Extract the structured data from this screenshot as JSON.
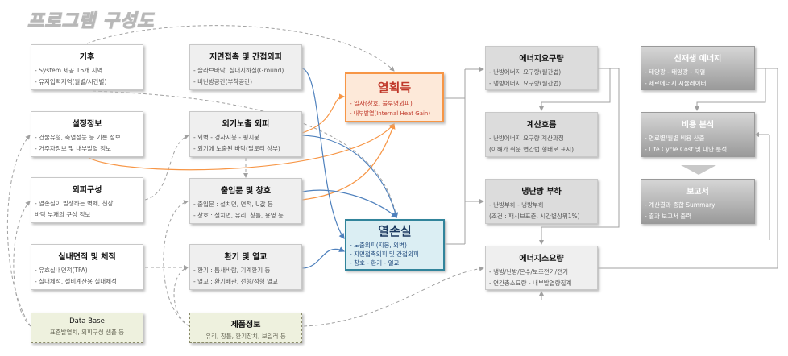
{
  "title": "프로그램 구성도",
  "boxes": {
    "climate": {
      "title": "기후",
      "lines": [
        "- System 제공 16개 지역",
        "- 유저입력지역(월별/시간별)"
      ]
    },
    "settings": {
      "title": "설정정보",
      "lines": [
        "- 건물유형, 축열성능 등 기본 정보",
        "- 거주자정보 및 내부발열 정보"
      ]
    },
    "envelope": {
      "title": "외피구성",
      "lines": [
        "- 열손실이 발생하는 벽체, 천장,",
        "바닥 부재의 구성 정보"
      ]
    },
    "area": {
      "title": "실내면적 및 체적",
      "lines": [
        "- 유효실내면적(TFA)",
        "- 실내체적, 설비계산용 실내체적"
      ]
    },
    "database": {
      "title": "Data Base",
      "lines": [
        "표준발열치, 외피구성 샘플 등"
      ]
    },
    "ground": {
      "title": "지면접촉 및 간접외피",
      "lines": [
        "- 슬라브바닥, 실내지하실(Ground)",
        "- 비난방공간(부착공간)"
      ]
    },
    "exposed": {
      "title": "외기노출 외피",
      "lines": [
        "- 외벽   - 경사지붕  - 평지붕",
        "- 외기에 노출된 바닥(필로티 상부)"
      ]
    },
    "doors": {
      "title": "출입문 및 창호",
      "lines": [
        "- 출입문 : 설치면, 면적, U값 등",
        "- 창호 : 설치면, 유리, 창틀, 용영 등"
      ]
    },
    "ventilation": {
      "title": "환기 및 열교",
      "lines": [
        "- 환기 : 틈새바람, 기계환기 등",
        "- 열교 : 환기배관, 선형/점형 열교"
      ]
    },
    "products": {
      "title": "제품정보",
      "lines": [
        "유리, 창틀, 환기장치, 보일러 등"
      ]
    },
    "heat_gain": {
      "title": "열획득",
      "lines": [
        "- 일사(창호, 불투명외피)",
        "- 내부발열(Internal  Heat Gain)"
      ]
    },
    "heat_loss": {
      "title": "열손실",
      "lines": [
        "- 노출외피(지붕, 외벽)",
        "- 지면접촉외피 및 간접외피",
        "- 창호        - 환기        - 열교"
      ]
    },
    "energy_demand": {
      "title": "에너지요구량",
      "lines": [
        "- 난방에너지 요구량(월간법)",
        "- 냉방에너지 요구량(월간법)"
      ]
    },
    "calc_flow": {
      "title": "계산흐름",
      "lines": [
        "- 난방에너지 요구량 계산과정",
        "(이해가 쉬운 연간법 형태로 표시)"
      ]
    },
    "load": {
      "title": "냉난방 부하",
      "lines": [
        "- 난방부하    - 냉방부하",
        "(조건 : 패시브표준, 시간별상위1%)"
      ]
    },
    "energy_use": {
      "title": "에너지소요량",
      "lines": [
        "- 냉방/난방/온수/보조전기/전기",
        "- 연간총소요량   - 내부발열량집계"
      ]
    },
    "renewable": {
      "title": "신재생 에너지",
      "lines": [
        "- 태양광  - 태양광  - 지열",
        "- 제로에너지 시뮬레이터"
      ]
    },
    "cost": {
      "title": "비용 분석",
      "lines": [
        "- 연료별/월별 비용 산출",
        "- Life Cycle Cost 및 대안 분석"
      ]
    },
    "report": {
      "title": "보고서",
      "lines": [
        "- 계산결과 종합 Summary",
        "- 결과 보고서 출력"
      ]
    }
  },
  "colors": {
    "gain": "#f79646",
    "loss": "#31849b",
    "blue_line": "#4f81bd",
    "gray_line": "#a0a0a0"
  }
}
